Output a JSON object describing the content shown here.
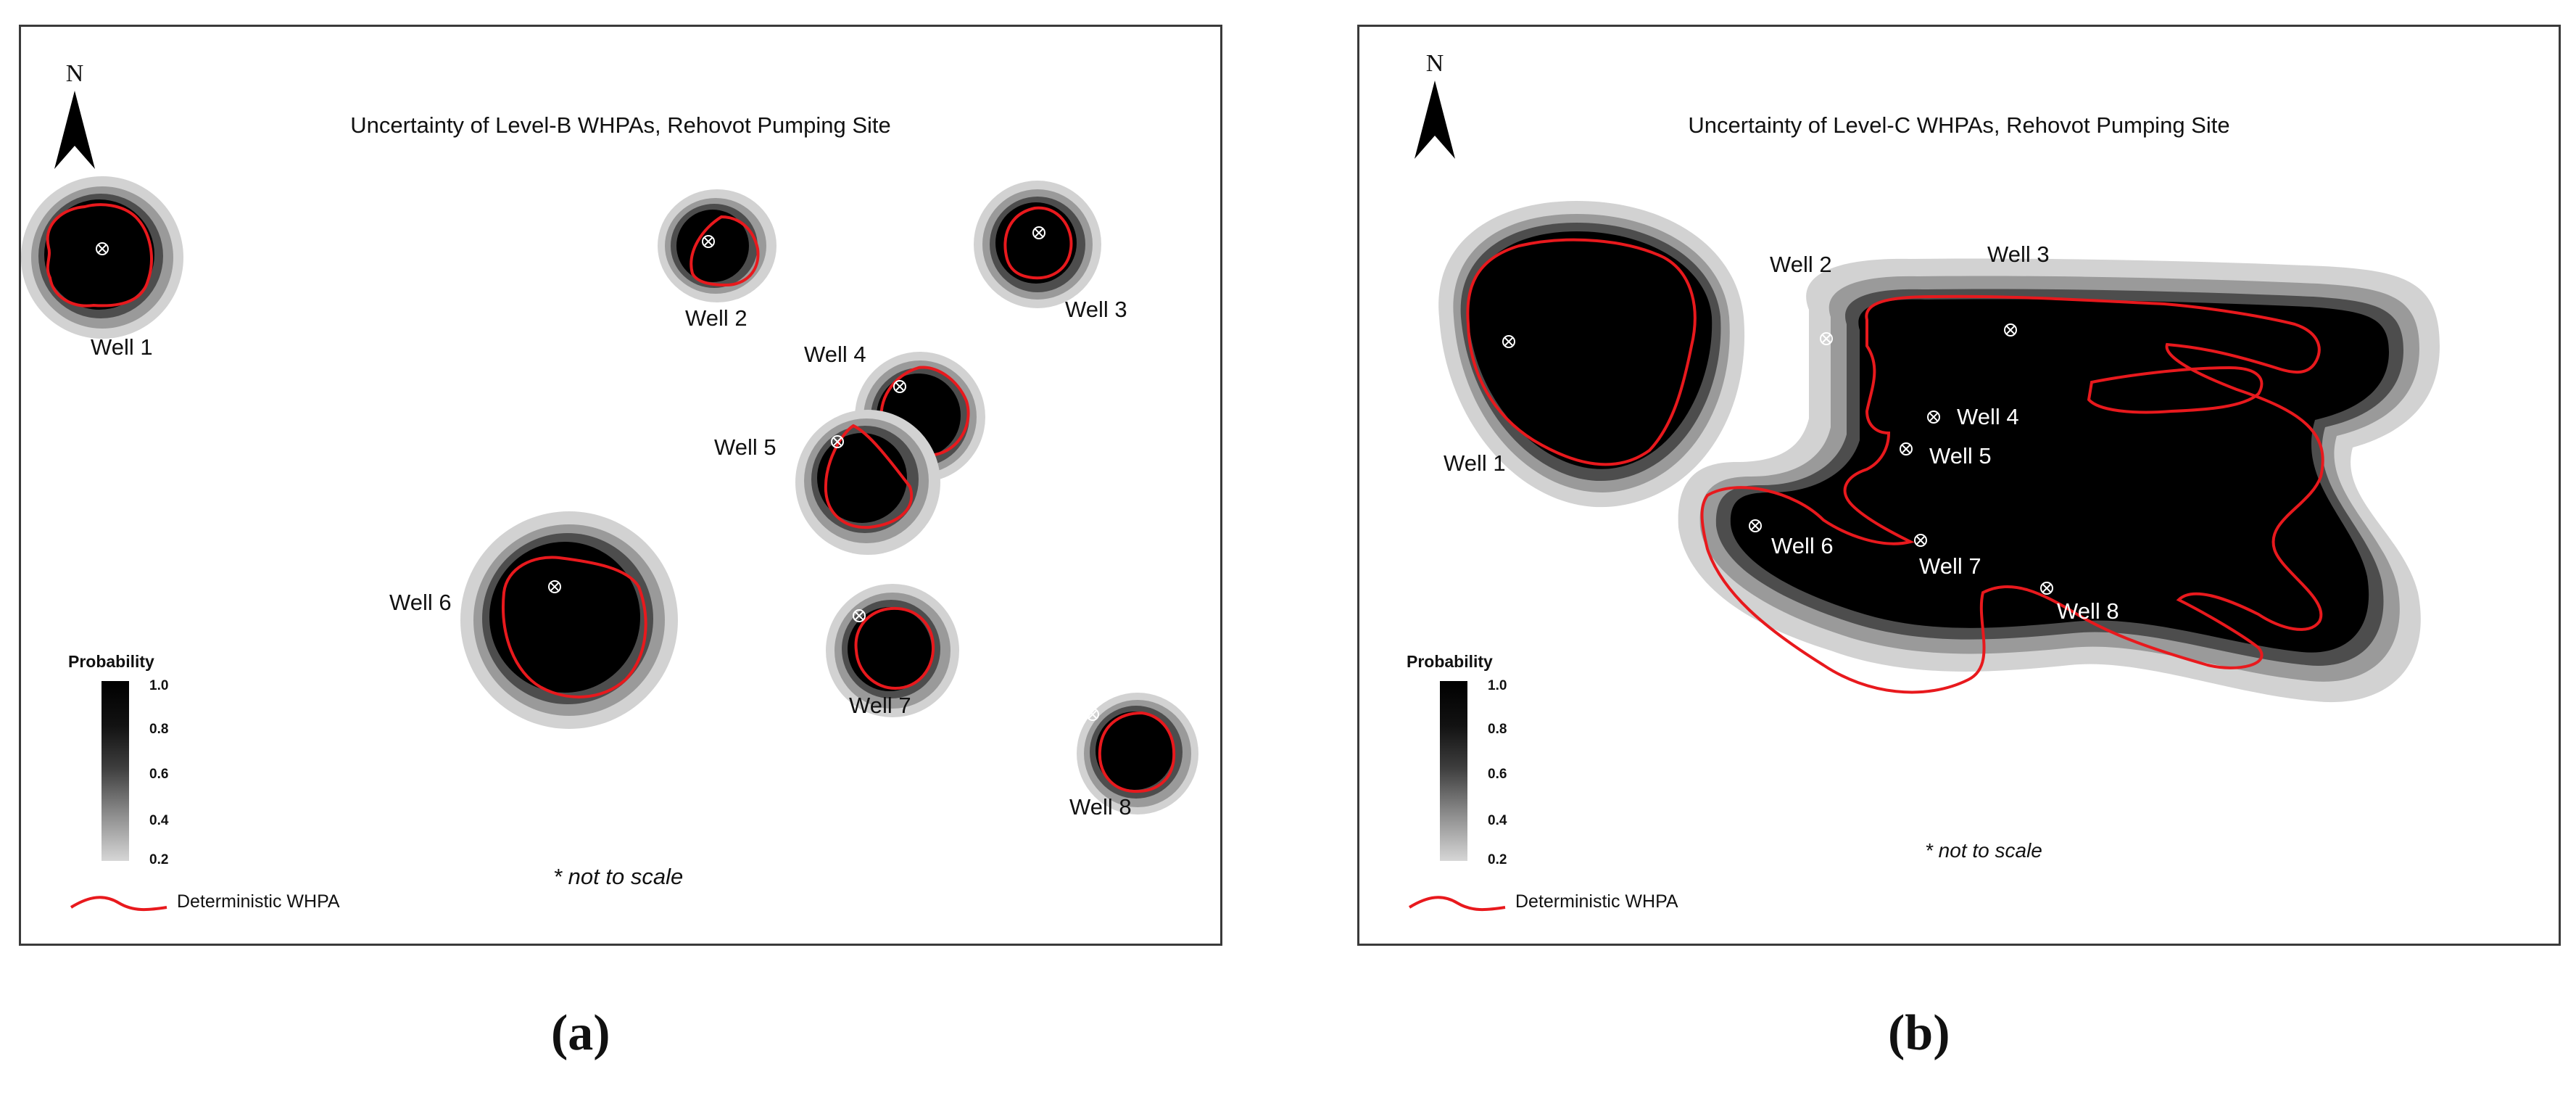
{
  "panels": [
    {
      "id": "a",
      "title": "Uncertainty of Level-B WHPAs, Rehovot Pumping Site",
      "north_label": "N",
      "legend": {
        "title": "Probability",
        "ticks": [
          "1.0",
          "0.8",
          "0.6",
          "0.4",
          "0.2"
        ]
      },
      "deterministic_label": "Deterministic WHPA",
      "note": "* not to scale",
      "wells": [
        "Well 1",
        "Well 2",
        "Well 3",
        "Well 4",
        "Well 5",
        "Well 6",
        "Well 7",
        "Well 8"
      ],
      "caption": "(a)"
    },
    {
      "id": "b",
      "title": "Uncertainty of Level-C WHPAs, Rehovot Pumping Site",
      "north_label": "N",
      "legend": {
        "title": "Probability",
        "ticks": [
          "1.0",
          "0.8",
          "0.6",
          "0.4",
          "0.2"
        ]
      },
      "deterministic_label": "Deterministic WHPA",
      "note": "* not to scale",
      "wells": [
        "Well 1",
        "Well 2",
        "Well 3",
        "Well 4",
        "Well 5",
        "Well 6",
        "Well 7",
        "Well 8"
      ],
      "caption": "(b)"
    }
  ],
  "colors": {
    "probability_1_0": "#000000",
    "probability_0_8": "#1e1e1e",
    "probability_0_6": "#4d4d4d",
    "probability_0_4": "#9a9a9a",
    "probability_0_2": "#d2d2d2",
    "deterministic_outline": "#e8191d"
  }
}
